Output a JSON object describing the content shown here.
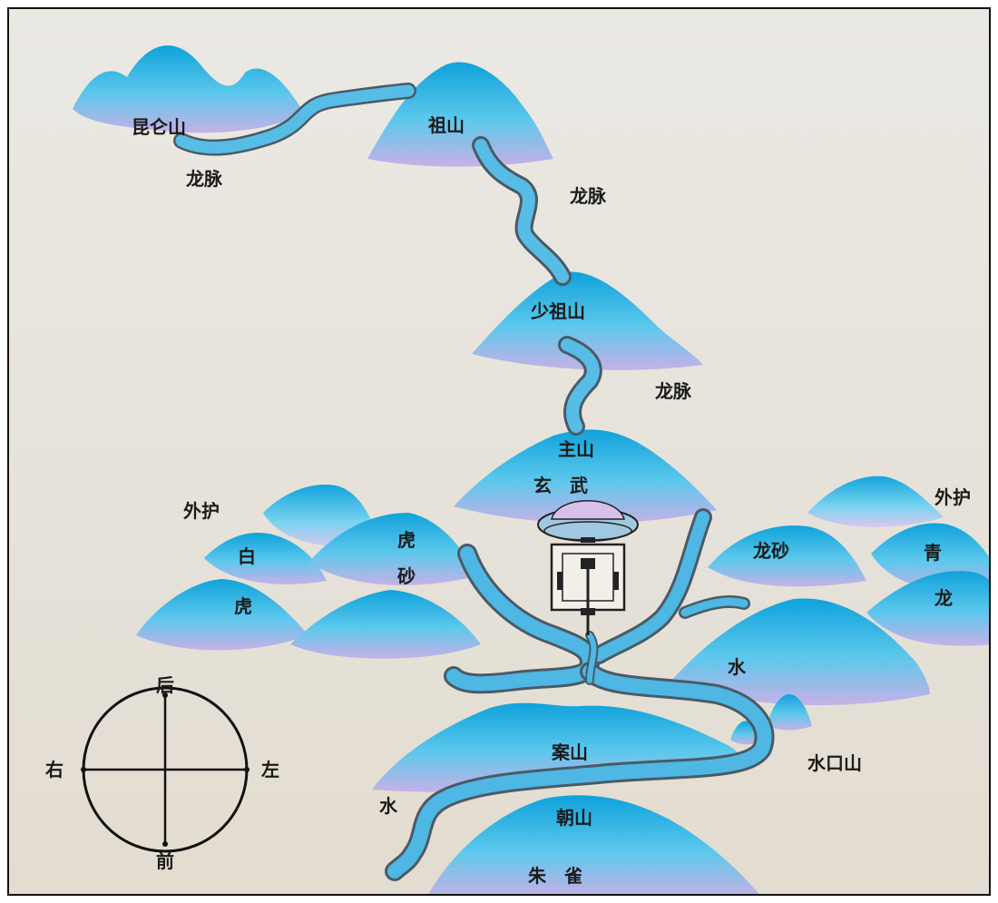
{
  "labels": {
    "kunlun": "昆仑山",
    "dragon_vein_1": "龙脉",
    "ancestral": "祖山",
    "dragon_vein_2": "龙脉",
    "young_ancestral": "少祖山",
    "dragon_vein_3": "龙脉",
    "main": "主山",
    "xuanwu": "玄　武",
    "outer_guard_left": "外护",
    "outer_guard_right": "外护",
    "white_tiger_1": "白",
    "white_tiger_2": "虎",
    "tiger_sand_1": "虎",
    "tiger_sand_2": "砂",
    "dragon_sand": "龙砂",
    "azure_dragon_1": "青",
    "azure_dragon_2": "龙",
    "water_right": "水",
    "water_left": "水",
    "water_mouth": "水口山",
    "desk": "案山",
    "facing": "朝山",
    "vermilion_bird": "朱　雀"
  },
  "compass": {
    "back": "后",
    "front": "前",
    "left": "左",
    "right": "右"
  },
  "colors": {
    "mountain_peak": "#1aa6d8",
    "mountain_base": "#c9a6e0",
    "river": "#4fb7e4",
    "river_edge": "#4a5a66"
  }
}
